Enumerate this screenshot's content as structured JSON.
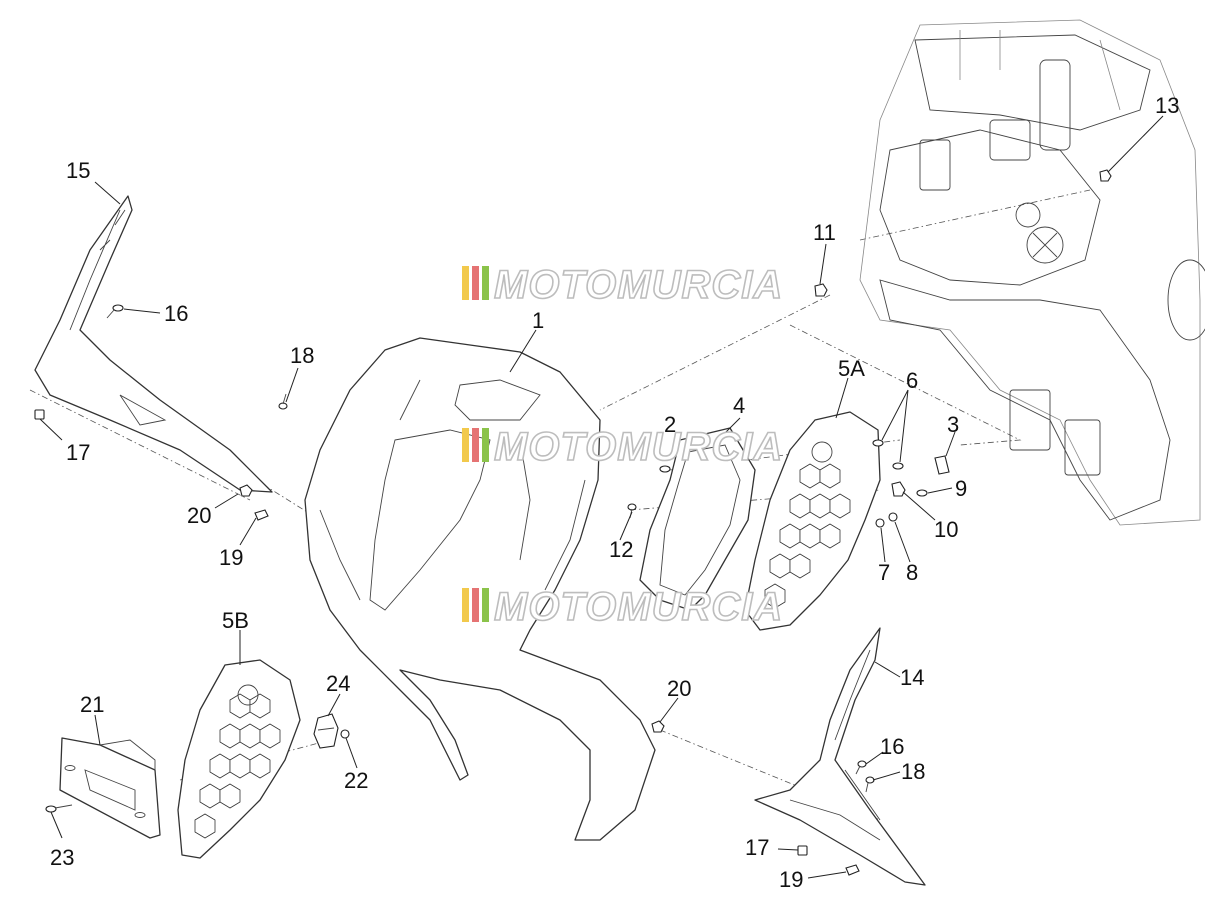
{
  "watermark": {
    "text": "MOTOMURCIA",
    "colors": [
      "#f2c94c",
      "#e57373",
      "#8bc34a"
    ]
  },
  "callouts": [
    {
      "id": "c1",
      "label": "1"
    },
    {
      "id": "c2",
      "label": "2"
    },
    {
      "id": "c3",
      "label": "3"
    },
    {
      "id": "c4",
      "label": "4"
    },
    {
      "id": "c5a",
      "label": "5A"
    },
    {
      "id": "c5b",
      "label": "5B"
    },
    {
      "id": "c6",
      "label": "6"
    },
    {
      "id": "c7",
      "label": "7"
    },
    {
      "id": "c8",
      "label": "8"
    },
    {
      "id": "c9",
      "label": "9"
    },
    {
      "id": "c10",
      "label": "10"
    },
    {
      "id": "c11",
      "label": "11"
    },
    {
      "id": "c12",
      "label": "12"
    },
    {
      "id": "c13",
      "label": "13"
    },
    {
      "id": "c14",
      "label": "14"
    },
    {
      "id": "c15",
      "label": "15"
    },
    {
      "id": "c16a",
      "label": "16"
    },
    {
      "id": "c16b",
      "label": "16"
    },
    {
      "id": "c17a",
      "label": "17"
    },
    {
      "id": "c17b",
      "label": "17"
    },
    {
      "id": "c18a",
      "label": "18"
    },
    {
      "id": "c18b",
      "label": "18"
    },
    {
      "id": "c19a",
      "label": "19"
    },
    {
      "id": "c19b",
      "label": "19"
    },
    {
      "id": "c20a",
      "label": "20"
    },
    {
      "id": "c20b",
      "label": "20"
    },
    {
      "id": "c21",
      "label": "21"
    },
    {
      "id": "c22",
      "label": "22"
    },
    {
      "id": "c23",
      "label": "23"
    },
    {
      "id": "c24",
      "label": "24"
    }
  ]
}
